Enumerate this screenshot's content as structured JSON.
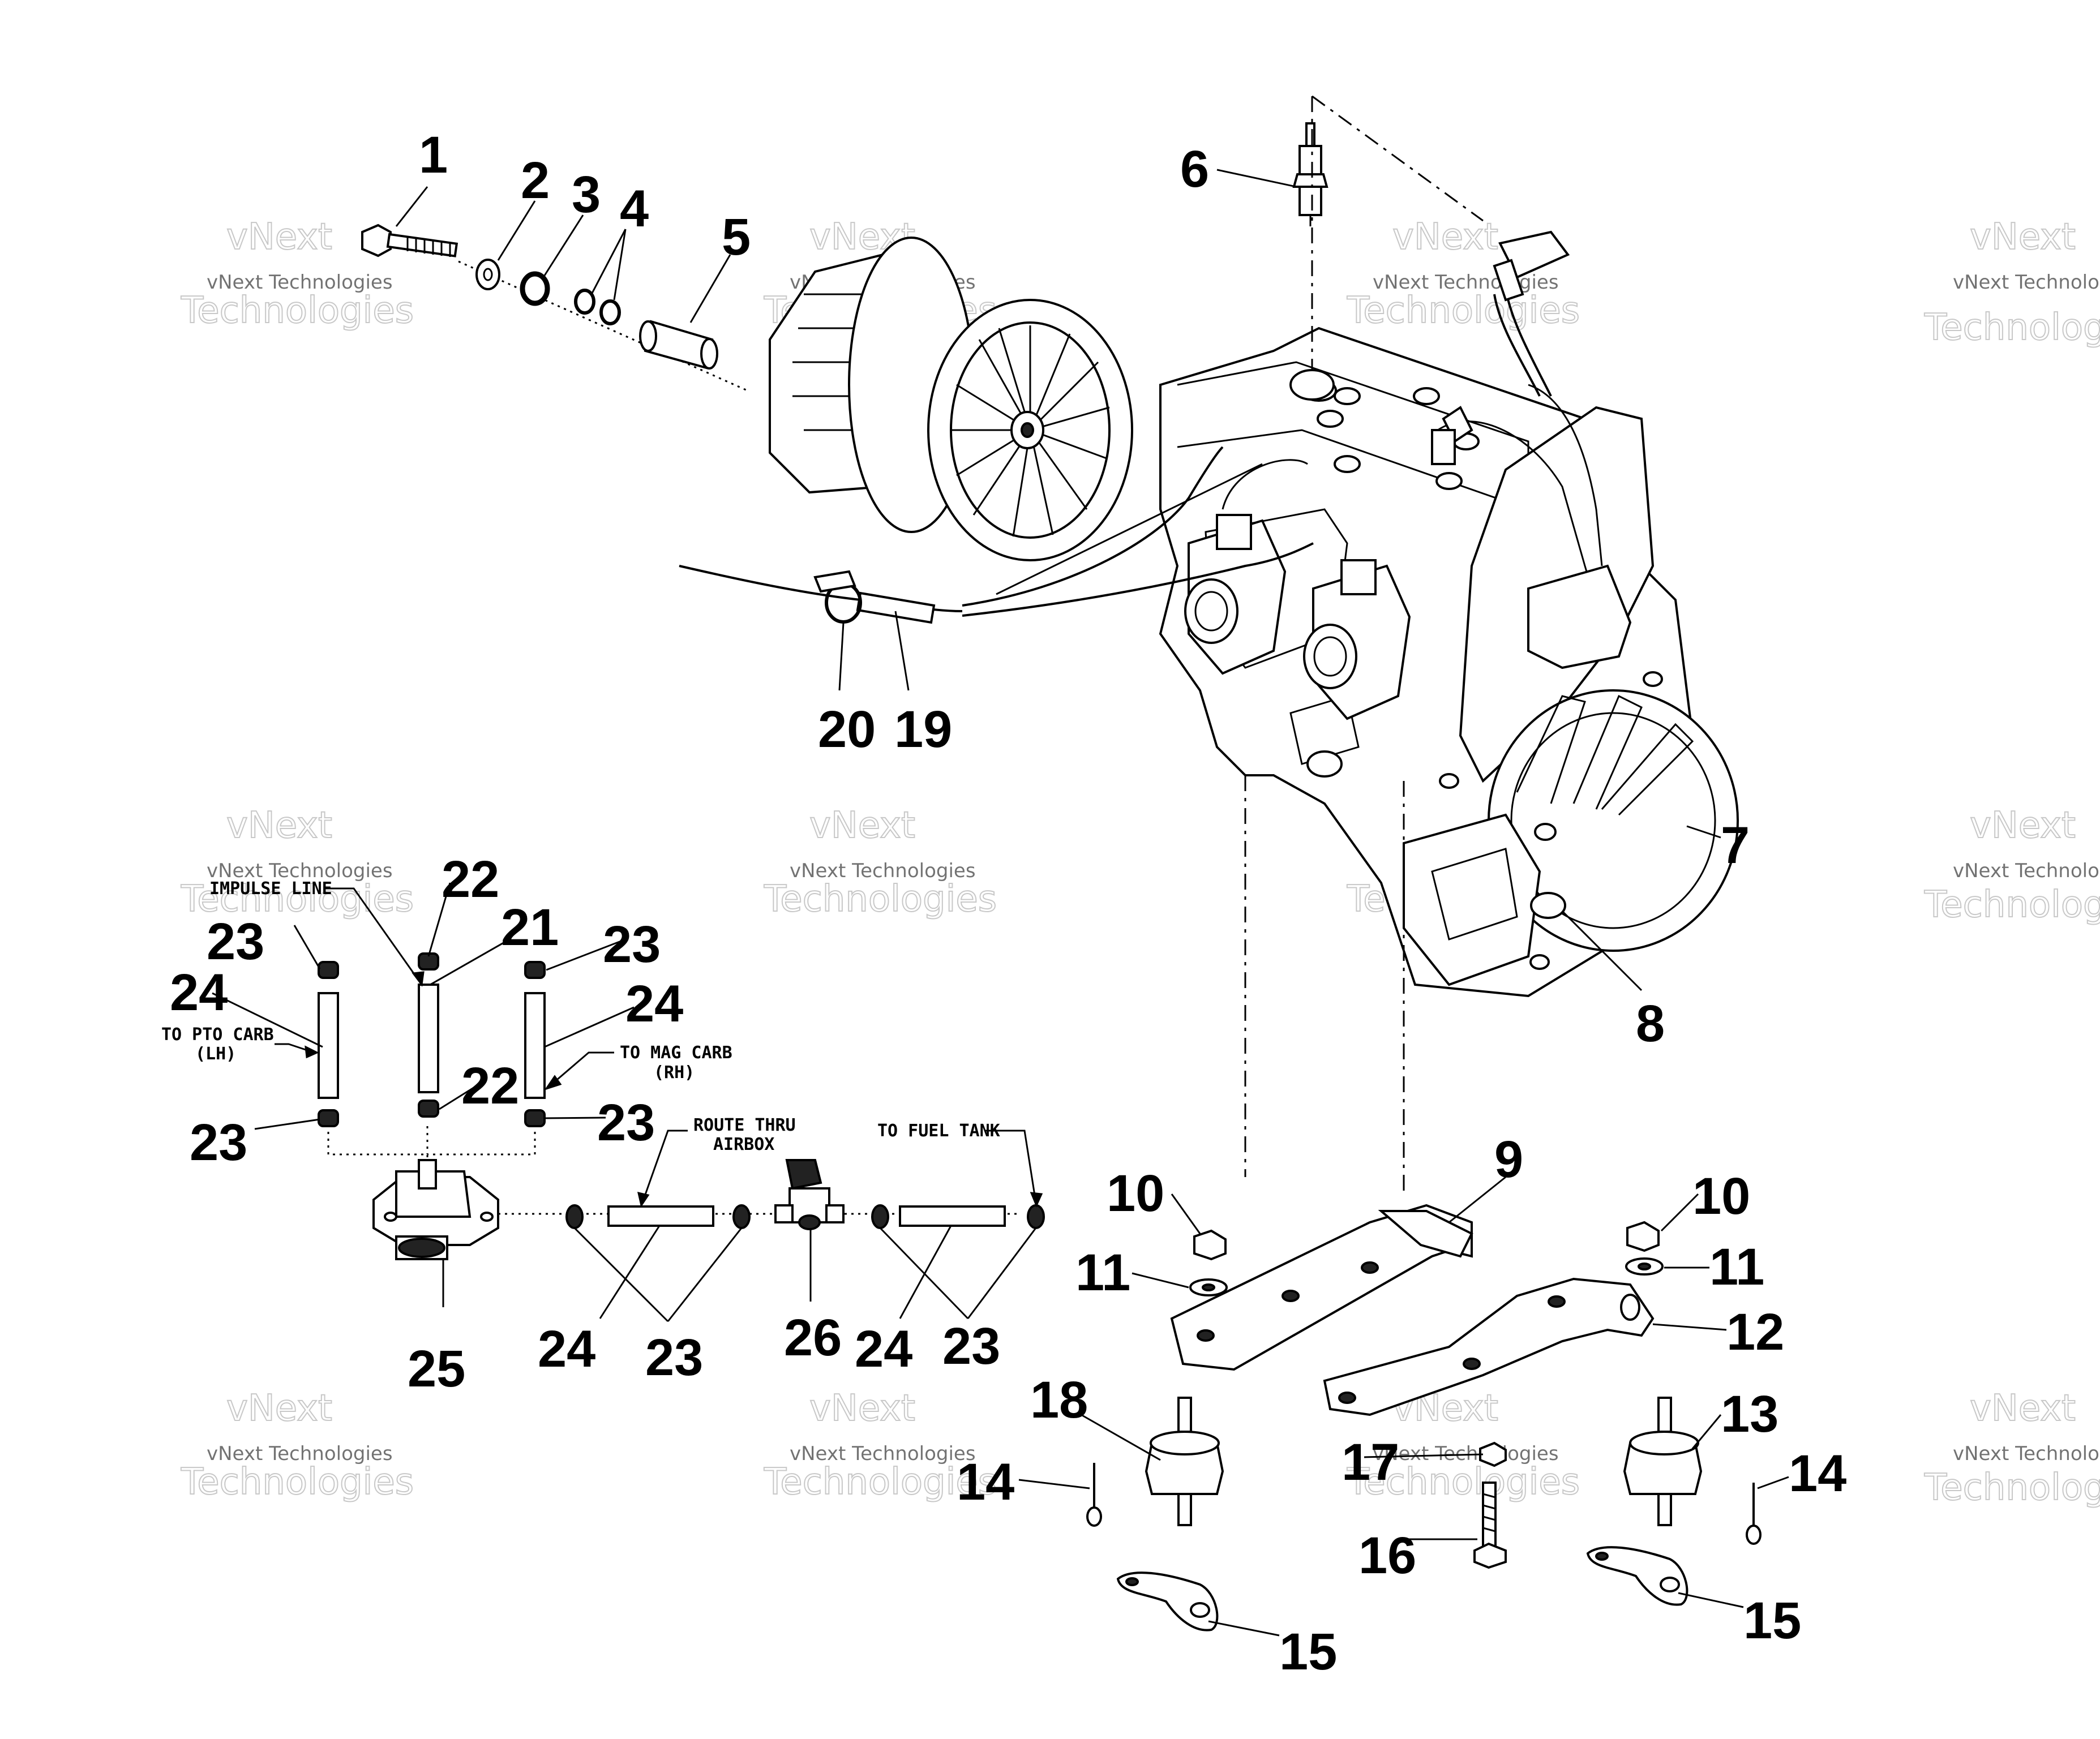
{
  "callouts": {
    "c1": "1",
    "c2": "2",
    "c3": "3",
    "c4": "4",
    "c5": "5",
    "c6": "6",
    "c7": "7",
    "c8": "8",
    "c9": "9",
    "c10a": "10",
    "c10b": "10",
    "c11a": "11",
    "c11b": "11",
    "c12": "12",
    "c13": "13",
    "c14a": "14",
    "c14b": "14",
    "c15a": "15",
    "c15b": "15",
    "c16": "16",
    "c17": "17",
    "c18": "18",
    "c19": "19",
    "c20": "20",
    "c21": "21",
    "c22a": "22",
    "c22b": "22",
    "c23a": "23",
    "c23b": "23",
    "c23c": "23",
    "c23d": "23",
    "c23e": "23",
    "c23f": "23",
    "c24a": "24",
    "c24b": "24",
    "c24c": "24",
    "c24d": "24",
    "c25": "25",
    "c26": "26"
  },
  "notes": {
    "impulse_line": "IMPULSE LINE",
    "to_pto_carb_1": "TO PTO CARB",
    "to_pto_carb_2": "(LH)",
    "to_mag_carb_1": "TO MAG CARB",
    "to_mag_carb_2": "(RH)",
    "route_thru_1": "ROUTE THRU",
    "route_thru_2": "AIRBOX",
    "to_fuel_tank": "TO FUEL TANK"
  },
  "watermark": {
    "line1": "vNext Technologies",
    "line2": "vNext",
    "line3": "Technologies"
  }
}
